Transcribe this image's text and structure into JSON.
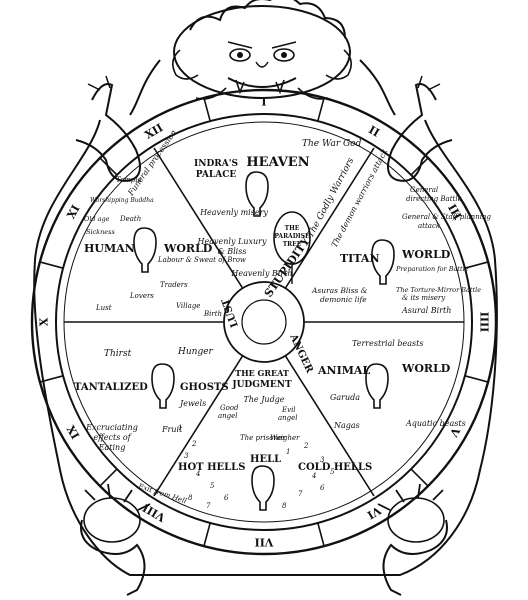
{
  "ring_numerals": [
    "I",
    "II",
    "III",
    "IIII",
    "V",
    "VI",
    "VII",
    "VIII",
    "IX",
    "X",
    "XI",
    "XII"
  ],
  "hub": {
    "word1": "STUPIDITY",
    "word2": "ANGER",
    "word3": "LUST"
  },
  "heaven": {
    "indras_palace_1": "INDRA'S",
    "indras_palace_2": "PALACE",
    "title": "HEAVEN",
    "war_god": "The War God",
    "misery": "Heavenly misery",
    "luxury_1": "Heavenly Luxury",
    "luxury_2": "& Bliss",
    "birth": "Heavenly Birth"
  },
  "tree": {
    "line1": "THE",
    "line2": "PARADISE",
    "line3": "TREE"
  },
  "titan": {
    "title": "TITAN",
    "world": "WORLD",
    "godly_warriors": "The Godly Warriors",
    "demon_warriors": "The demon warriors attack",
    "general_1": "General",
    "general_2": "directing Battle",
    "staff_1": "General & Staff planning",
    "staff_2": "attack",
    "prepare": "Preparation for Battle",
    "torture": "The Torture-Mirror Battle",
    "demon_misery": "& its misery",
    "bliss_1": "Asuras Bliss &",
    "bliss_2": "demonic life",
    "birth": "Asural Birth"
  },
  "human": {
    "word1": "HUMAN",
    "word2": "WORLD",
    "funeral": "Funeral procession",
    "temple": "Temple",
    "worship": "Worshipping Buddha",
    "death": "Death",
    "sickness": "Sickness",
    "old_age": "Old age",
    "labour": "Labour & Sweat of Brow",
    "traders": "Traders",
    "lovers": "Lovers",
    "lust": "Lust",
    "village": "Village",
    "birth": "Birth"
  },
  "ghosts": {
    "word1": "TANTALIZED",
    "word2": "GHOSTS",
    "thirst": "Thirst",
    "hunger": "Hunger",
    "jewels": "Jewels",
    "fruit": "Fruit",
    "effects_1": "Excruciating",
    "effects_2": "effects of",
    "effects_3": "Eating"
  },
  "animal": {
    "word1": "ANIMAL",
    "word2": "WORLD",
    "terrestrial": "Terrestrial beasts",
    "garuda": "Garuda",
    "nagas": "Nagas",
    "aquatic": "Aquatic beasts"
  },
  "hell": {
    "great_1": "THE GREAT",
    "great_2": "JUDGMENT",
    "judge": "The Judge",
    "good_1": "Good",
    "good_2": "angel",
    "evil_1": "Evil",
    "evil_2": "angel",
    "prisoner": "The prisoner",
    "weigher": "Weigher",
    "hot": "HOT HELLS",
    "hell": "HELL",
    "cold": "COLD HELLS",
    "exit": "Exit from Hell"
  },
  "hell_numbers": [
    "1",
    "2",
    "3",
    "4",
    "5",
    "6",
    "7",
    "8",
    "1",
    "2",
    "3",
    "4",
    "5",
    "6",
    "7",
    "8"
  ]
}
